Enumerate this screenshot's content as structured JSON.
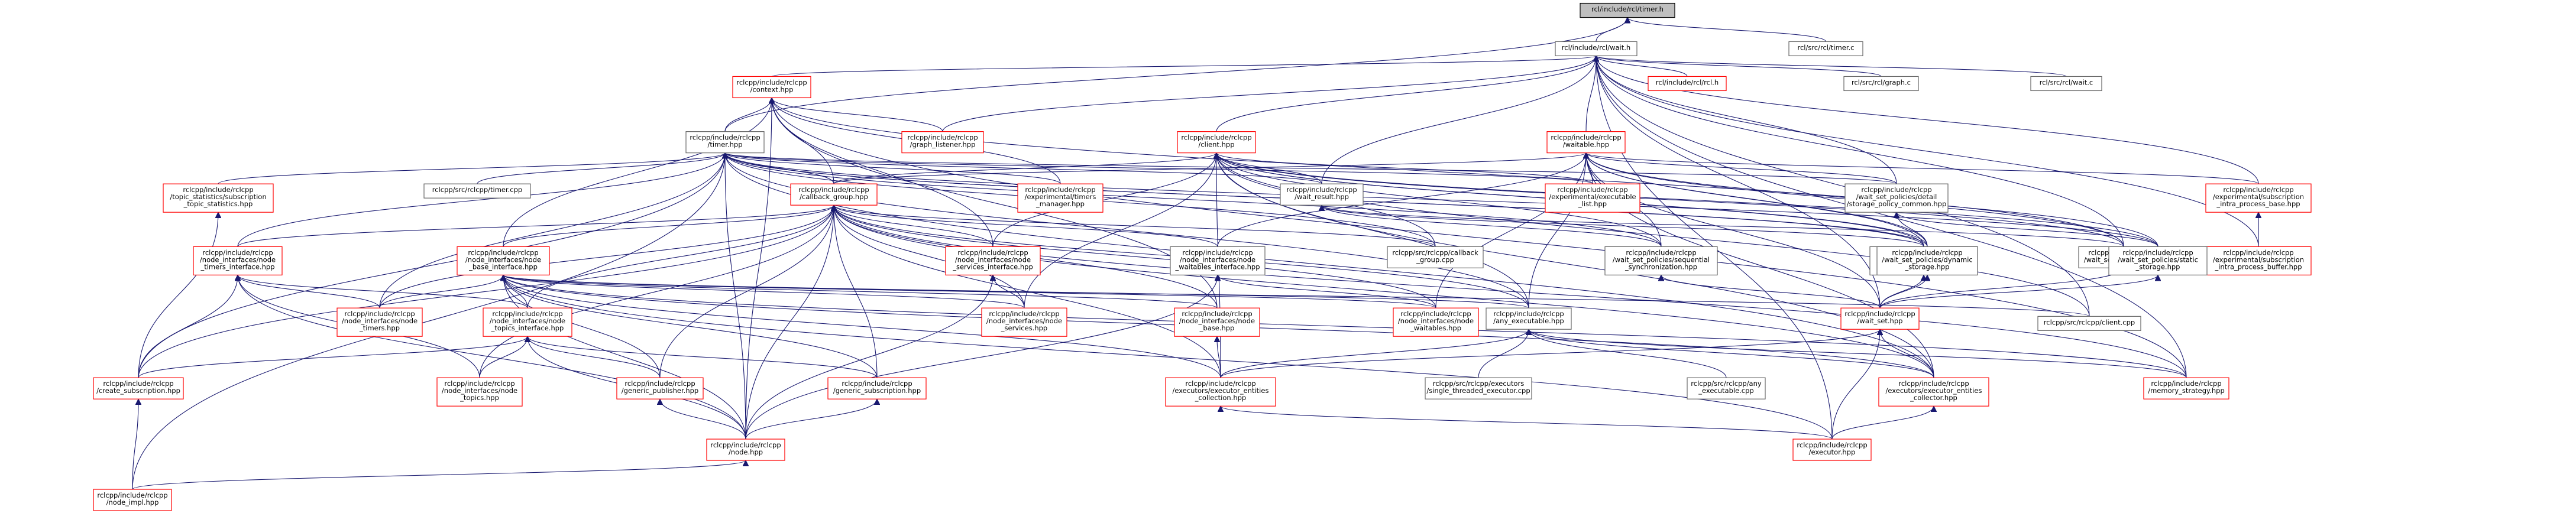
{
  "nodes": [
    {
      "id": "timer_h",
      "lines": [
        "rcl/include/rcl/timer.h"
      ],
      "style": "root"
    },
    {
      "id": "wait_h",
      "lines": [
        "rcl/include/rcl/wait.h"
      ],
      "style": "black"
    },
    {
      "id": "timer_c",
      "lines": [
        "rcl/src/rcl/timer.c"
      ],
      "style": "black"
    },
    {
      "id": "context_hpp",
      "lines": [
        "rclcpp/include/rclcpp",
        "/context.hpp"
      ],
      "style": "red"
    },
    {
      "id": "rcl_h",
      "lines": [
        "rcl/include/rcl/rcl.h"
      ],
      "style": "red"
    },
    {
      "id": "graph_c",
      "lines": [
        "rcl/src/rcl/graph.c"
      ],
      "style": "black"
    },
    {
      "id": "wait_c",
      "lines": [
        "rcl/src/rcl/wait.c"
      ],
      "style": "black"
    },
    {
      "id": "timer_hpp",
      "lines": [
        "rclcpp/include/rclcpp",
        "/timer.hpp"
      ],
      "style": "black"
    },
    {
      "id": "graph_listener_hpp",
      "lines": [
        "rclcpp/include/rclcpp",
        "/graph_listener.hpp"
      ],
      "style": "red"
    },
    {
      "id": "client_hpp",
      "lines": [
        "rclcpp/include/rclcpp",
        "/client.hpp"
      ],
      "style": "red"
    },
    {
      "id": "waitable_hpp",
      "lines": [
        "rclcpp/include/rclcpp",
        "/waitable.hpp"
      ],
      "style": "red"
    },
    {
      "id": "topic_stats_hpp",
      "lines": [
        "rclcpp/include/rclcpp",
        "/topic_statistics/subscription",
        "_topic_statistics.hpp"
      ],
      "style": "red"
    },
    {
      "id": "timer_cpp",
      "lines": [
        "rclcpp/src/rclcpp/timer.cpp"
      ],
      "style": "black"
    },
    {
      "id": "callback_group_hpp",
      "lines": [
        "rclcpp/include/rclcpp",
        "/callback_group.hpp"
      ],
      "style": "red"
    },
    {
      "id": "timers_manager_hpp",
      "lines": [
        "rclcpp/include/rclcpp",
        "/experimental/timers",
        "_manager.hpp"
      ],
      "style": "red"
    },
    {
      "id": "wait_result_hpp",
      "lines": [
        "rclcpp/include/rclcpp",
        "/wait_result.hpp"
      ],
      "style": "black"
    },
    {
      "id": "exec_list_hpp",
      "lines": [
        "rclcpp/include/rclcpp",
        "/experimental/executable",
        "_list.hpp"
      ],
      "style": "red"
    },
    {
      "id": "storage_common_hpp",
      "lines": [
        "rclcpp/include/rclcpp",
        "/wait_set_policies/detail",
        "/storage_policy_common.hpp"
      ],
      "style": "black"
    },
    {
      "id": "intra_base_hpp",
      "lines": [
        "rclcpp/include/rclcpp",
        "/experimental/subscription",
        "_intra_process_base.hpp"
      ],
      "style": "red"
    },
    {
      "id": "intra_buffer_hpp",
      "lines": [
        "rclcpp/include/rclcpp",
        "/experimental/subscription",
        "_intra_process_buffer.hpp"
      ],
      "style": "red"
    },
    {
      "id": "ni_timers_iface_hpp",
      "lines": [
        "rclcpp/include/rclcpp",
        "/node_interfaces/node",
        "_timers_interface.hpp"
      ],
      "style": "red"
    },
    {
      "id": "ni_base_iface_hpp",
      "lines": [
        "rclcpp/include/rclcpp",
        "/node_interfaces/node",
        "_base_interface.hpp"
      ],
      "style": "red"
    },
    {
      "id": "ni_services_iface_hpp",
      "lines": [
        "rclcpp/include/rclcpp",
        "/node_interfaces/node",
        "_services_interface.hpp"
      ],
      "style": "red"
    },
    {
      "id": "ni_waitables_iface_hpp",
      "lines": [
        "rclcpp/include/rclcpp",
        "/node_interfaces/node",
        "_waitables_interface.hpp"
      ],
      "style": "black"
    },
    {
      "id": "callback_group_cpp",
      "lines": [
        "rclcpp/src/rclcpp/callback",
        "_group.cpp"
      ],
      "style": "black"
    },
    {
      "id": "seq_sync_hpp",
      "lines": [
        "rclcpp/include/rclcpp",
        "/wait_set_policies/sequential",
        "_synchronization.hpp"
      ],
      "style": "black"
    },
    {
      "id": "thread_safe_hpp",
      "lines": [
        "rclcpp/include/rclcpp",
        "/wait_set_policies/thread",
        "_safe_synchronization.hpp"
      ],
      "style": "black"
    },
    {
      "id": "wait_set_template_hpp",
      "lines": [
        "rclcpp/include/rclcpp",
        "/wait_set_template.hpp"
      ],
      "style": "black"
    },
    {
      "id": "dynamic_storage_hpp",
      "lines": [
        "rclcpp/include/rclcpp",
        "/wait_set_policies/dynamic",
        "_storage.hpp"
      ],
      "style": "black"
    },
    {
      "id": "static_storage_hpp",
      "lines": [
        "rclcpp/include/rclcpp",
        "/wait_set_policies/static",
        "_storage.hpp"
      ],
      "style": "black"
    },
    {
      "id": "ni_timers_hpp",
      "lines": [
        "rclcpp/include/rclcpp",
        "/node_interfaces/node",
        "_timers.hpp"
      ],
      "style": "red"
    },
    {
      "id": "ni_topics_iface_hpp",
      "lines": [
        "rclcpp/include/rclcpp",
        "/node_interfaces/node",
        "_topics_interface.hpp"
      ],
      "style": "red"
    },
    {
      "id": "ni_services_hpp",
      "lines": [
        "rclcpp/include/rclcpp",
        "/node_interfaces/node",
        "_services.hpp"
      ],
      "style": "red"
    },
    {
      "id": "ni_base_hpp",
      "lines": [
        "rclcpp/include/rclcpp",
        "/node_interfaces/node",
        "_base.hpp"
      ],
      "style": "red"
    },
    {
      "id": "ni_waitables_hpp",
      "lines": [
        "rclcpp/include/rclcpp",
        "/node_interfaces/node",
        "_waitables.hpp"
      ],
      "style": "red"
    },
    {
      "id": "any_exec_hpp",
      "lines": [
        "rclcpp/include/rclcpp",
        "/any_executable.hpp"
      ],
      "style": "black"
    },
    {
      "id": "wait_set_hpp",
      "lines": [
        "rclcpp/include/rclcpp",
        "/wait_set.hpp"
      ],
      "style": "red"
    },
    {
      "id": "client_cpp",
      "lines": [
        "rclcpp/src/rclcpp/client.cpp"
      ],
      "style": "black"
    },
    {
      "id": "create_sub_hpp",
      "lines": [
        "rclcpp/include/rclcpp",
        "/create_subscription.hpp"
      ],
      "style": "red"
    },
    {
      "id": "ni_topics_hpp",
      "lines": [
        "rclcpp/include/rclcpp",
        "/node_interfaces/node",
        "_topics.hpp"
      ],
      "style": "red"
    },
    {
      "id": "generic_pub_hpp",
      "lines": [
        "rclcpp/include/rclcpp",
        "/generic_publisher.hpp"
      ],
      "style": "red"
    },
    {
      "id": "generic_sub_hpp",
      "lines": [
        "rclcpp/include/rclcpp",
        "/generic_subscription.hpp"
      ],
      "style": "red"
    },
    {
      "id": "exec_coll_hpp",
      "lines": [
        "rclcpp/include/rclcpp",
        "/executors/executor_entities",
        "_collection.hpp"
      ],
      "style": "red"
    },
    {
      "id": "single_threaded_cpp",
      "lines": [
        "rclcpp/src/rclcpp/executors",
        "/single_threaded_executor.cpp"
      ],
      "style": "black"
    },
    {
      "id": "any_exec_cpp",
      "lines": [
        "rclcpp/src/rclcpp/any",
        "_executable.cpp"
      ],
      "style": "black"
    },
    {
      "id": "exec_collector_hpp",
      "lines": [
        "rclcpp/include/rclcpp",
        "/executors/executor_entities",
        "_collector.hpp"
      ],
      "style": "red"
    },
    {
      "id": "memory_strategy_hpp",
      "lines": [
        "rclcpp/include/rclcpp",
        "/memory_strategy.hpp"
      ],
      "style": "red"
    },
    {
      "id": "node_hpp",
      "lines": [
        "rclcpp/include/rclcpp",
        "/node.hpp"
      ],
      "style": "red"
    },
    {
      "id": "executor_hpp",
      "lines": [
        "rclcpp/include/rclcpp",
        "/executor.hpp"
      ],
      "style": "red"
    },
    {
      "id": "node_impl_hpp",
      "lines": [
        "rclcpp/include/rclcpp",
        "/node_impl.hpp"
      ],
      "style": "red"
    }
  ],
  "edges": [
    [
      "wait_h",
      "timer_h"
    ],
    [
      "timer_c",
      "timer_h"
    ],
    [
      "timer_hpp",
      "timer_h"
    ],
    [
      "context_hpp",
      "wait_h"
    ],
    [
      "rcl_h",
      "wait_h"
    ],
    [
      "graph_c",
      "wait_h"
    ],
    [
      "wait_c",
      "wait_h"
    ],
    [
      "graph_listener_hpp",
      "wait_h"
    ],
    [
      "client_hpp",
      "wait_h"
    ],
    [
      "waitable_hpp",
      "wait_h"
    ],
    [
      "storage_common_hpp",
      "wait_h"
    ],
    [
      "intra_base_hpp",
      "wait_h"
    ],
    [
      "intra_buffer_hpp",
      "wait_h"
    ],
    [
      "memory_strategy_hpp",
      "wait_h"
    ],
    [
      "executor_hpp",
      "wait_h"
    ],
    [
      "wait_set_template_hpp",
      "wait_h"
    ],
    [
      "client_cpp",
      "wait_h"
    ],
    [
      "wait_set_hpp",
      "wait_h"
    ],
    [
      "wait_result_hpp",
      "wait_h"
    ],
    [
      "timer_hpp",
      "context_hpp"
    ],
    [
      "graph_listener_hpp",
      "context_hpp"
    ],
    [
      "callback_group_hpp",
      "context_hpp"
    ],
    [
      "timers_manager_hpp",
      "context_hpp"
    ],
    [
      "ni_base_iface_hpp",
      "context_hpp"
    ],
    [
      "node_hpp",
      "context_hpp"
    ],
    [
      "wait_set_template_hpp",
      "context_hpp"
    ],
    [
      "memory_strategy_hpp",
      "context_hpp"
    ],
    [
      "ni_base_hpp",
      "context_hpp"
    ],
    [
      "ni_services_iface_hpp",
      "context_hpp"
    ],
    [
      "topic_stats_hpp",
      "timer_hpp"
    ],
    [
      "timer_cpp",
      "timer_hpp"
    ],
    [
      "callback_group_hpp",
      "timer_hpp"
    ],
    [
      "timers_manager_hpp",
      "timer_hpp"
    ],
    [
      "wait_result_hpp",
      "timer_hpp"
    ],
    [
      "exec_list_hpp",
      "timer_hpp"
    ],
    [
      "storage_common_hpp",
      "timer_hpp"
    ],
    [
      "ni_timers_iface_hpp",
      "timer_hpp"
    ],
    [
      "callback_group_cpp",
      "timer_hpp"
    ],
    [
      "seq_sync_hpp",
      "timer_hpp"
    ],
    [
      "thread_safe_hpp",
      "timer_hpp"
    ],
    [
      "dynamic_storage_hpp",
      "timer_hpp"
    ],
    [
      "static_storage_hpp",
      "timer_hpp"
    ],
    [
      "create_sub_hpp",
      "timer_hpp"
    ],
    [
      "node_hpp",
      "timer_hpp"
    ],
    [
      "ni_timers_hpp",
      "timer_hpp"
    ],
    [
      "any_exec_hpp",
      "timer_hpp"
    ],
    [
      "node_impl_hpp",
      "timer_hpp"
    ],
    [
      "exec_collector_hpp",
      "timer_hpp"
    ],
    [
      "callback_group_hpp",
      "client_hpp"
    ],
    [
      "wait_result_hpp",
      "client_hpp"
    ],
    [
      "exec_list_hpp",
      "client_hpp"
    ],
    [
      "ni_services_iface_hpp",
      "client_hpp"
    ],
    [
      "callback_group_cpp",
      "client_hpp"
    ],
    [
      "seq_sync_hpp",
      "client_hpp"
    ],
    [
      "thread_safe_hpp",
      "client_hpp"
    ],
    [
      "wait_set_template_hpp",
      "client_hpp"
    ],
    [
      "dynamic_storage_hpp",
      "client_hpp"
    ],
    [
      "static_storage_hpp",
      "client_hpp"
    ],
    [
      "client_cpp",
      "client_hpp"
    ],
    [
      "any_exec_hpp",
      "client_hpp"
    ],
    [
      "ni_services_hpp",
      "client_hpp"
    ],
    [
      "exec_coll_hpp",
      "client_hpp"
    ],
    [
      "exec_collector_hpp",
      "client_hpp"
    ],
    [
      "callback_group_hpp",
      "waitable_hpp"
    ],
    [
      "exec_list_hpp",
      "waitable_hpp"
    ],
    [
      "storage_common_hpp",
      "waitable_hpp"
    ],
    [
      "intra_base_hpp",
      "waitable_hpp"
    ],
    [
      "ni_waitables_iface_hpp",
      "waitable_hpp"
    ],
    [
      "seq_sync_hpp",
      "waitable_hpp"
    ],
    [
      "thread_safe_hpp",
      "waitable_hpp"
    ],
    [
      "wait_set_template_hpp",
      "waitable_hpp"
    ],
    [
      "dynamic_storage_hpp",
      "waitable_hpp"
    ],
    [
      "static_storage_hpp",
      "waitable_hpp"
    ],
    [
      "ni_waitables_hpp",
      "waitable_hpp"
    ],
    [
      "any_exec_hpp",
      "waitable_hpp"
    ],
    [
      "wait_set_hpp",
      "waitable_hpp"
    ],
    [
      "exec_collector_hpp",
      "waitable_hpp"
    ],
    [
      "ni_timers_iface_hpp",
      "callback_group_hpp"
    ],
    [
      "ni_base_iface_hpp",
      "callback_group_hpp"
    ],
    [
      "ni_services_iface_hpp",
      "callback_group_hpp"
    ],
    [
      "ni_waitables_iface_hpp",
      "callback_group_hpp"
    ],
    [
      "callback_group_cpp",
      "callback_group_hpp"
    ],
    [
      "ni_timers_hpp",
      "callback_group_hpp"
    ],
    [
      "ni_topics_iface_hpp",
      "callback_group_hpp"
    ],
    [
      "ni_services_hpp",
      "callback_group_hpp"
    ],
    [
      "ni_base_hpp",
      "callback_group_hpp"
    ],
    [
      "ni_waitables_hpp",
      "callback_group_hpp"
    ],
    [
      "any_exec_hpp",
      "callback_group_hpp"
    ],
    [
      "ni_topics_hpp",
      "callback_group_hpp"
    ],
    [
      "generic_pub_hpp",
      "callback_group_hpp"
    ],
    [
      "generic_sub_hpp",
      "callback_group_hpp"
    ],
    [
      "node_hpp",
      "callback_group_hpp"
    ],
    [
      "exec_coll_hpp",
      "callback_group_hpp"
    ],
    [
      "exec_collector_hpp",
      "callback_group_hpp"
    ],
    [
      "memory_strategy_hpp",
      "callback_group_hpp"
    ],
    [
      "create_sub_hpp",
      "callback_group_hpp"
    ],
    [
      "seq_sync_hpp",
      "wait_result_hpp"
    ],
    [
      "thread_safe_hpp",
      "wait_result_hpp"
    ],
    [
      "wait_set_template_hpp",
      "wait_result_hpp"
    ],
    [
      "dynamic_storage_hpp",
      "storage_common_hpp"
    ],
    [
      "static_storage_hpp",
      "storage_common_hpp"
    ],
    [
      "intra_buffer_hpp",
      "intra_base_hpp"
    ],
    [
      "create_sub_hpp",
      "ni_timers_iface_hpp"
    ],
    [
      "ni_timers_hpp",
      "ni_timers_iface_hpp"
    ],
    [
      "node_hpp",
      "ni_timers_iface_hpp"
    ],
    [
      "ni_topics_iface_hpp",
      "ni_timers_iface_hpp"
    ],
    [
      "ni_topics_hpp",
      "ni_timers_iface_hpp"
    ],
    [
      "ni_timers_hpp",
      "ni_base_iface_hpp"
    ],
    [
      "ni_topics_iface_hpp",
      "ni_base_iface_hpp"
    ],
    [
      "ni_services_hpp",
      "ni_base_iface_hpp"
    ],
    [
      "ni_base_hpp",
      "ni_base_iface_hpp"
    ],
    [
      "ni_waitables_hpp",
      "ni_base_iface_hpp"
    ],
    [
      "any_exec_hpp",
      "ni_base_iface_hpp"
    ],
    [
      "client_cpp",
      "ni_base_iface_hpp"
    ],
    [
      "generic_pub_hpp",
      "ni_base_iface_hpp"
    ],
    [
      "generic_sub_hpp",
      "ni_base_iface_hpp"
    ],
    [
      "node_hpp",
      "ni_base_iface_hpp"
    ],
    [
      "exec_coll_hpp",
      "ni_base_iface_hpp"
    ],
    [
      "exec_collector_hpp",
      "ni_base_iface_hpp"
    ],
    [
      "memory_strategy_hpp",
      "ni_base_iface_hpp"
    ],
    [
      "executor_hpp",
      "ni_base_iface_hpp"
    ],
    [
      "ni_services_hpp",
      "ni_services_iface_hpp"
    ],
    [
      "node_hpp",
      "ni_services_iface_hpp"
    ],
    [
      "ni_waitables_hpp",
      "ni_waitables_iface_hpp"
    ],
    [
      "node_hpp",
      "ni_waitables_iface_hpp"
    ],
    [
      "wait_set_hpp",
      "seq_sync_hpp"
    ],
    [
      "wait_set_hpp",
      "thread_safe_hpp"
    ],
    [
      "wait_set_hpp",
      "wait_set_template_hpp"
    ],
    [
      "wait_set_hpp",
      "dynamic_storage_hpp"
    ],
    [
      "wait_set_hpp",
      "static_storage_hpp"
    ],
    [
      "create_sub_hpp",
      "ni_topics_iface_hpp"
    ],
    [
      "ni_topics_hpp",
      "ni_topics_iface_hpp"
    ],
    [
      "generic_pub_hpp",
      "ni_topics_iface_hpp"
    ],
    [
      "generic_sub_hpp",
      "ni_topics_iface_hpp"
    ],
    [
      "node_hpp",
      "ni_topics_iface_hpp"
    ],
    [
      "exec_coll_hpp",
      "ni_base_hpp"
    ],
    [
      "exec_coll_hpp",
      "any_exec_hpp"
    ],
    [
      "single_threaded_cpp",
      "any_exec_hpp"
    ],
    [
      "any_exec_cpp",
      "any_exec_hpp"
    ],
    [
      "exec_collector_hpp",
      "any_exec_hpp"
    ],
    [
      "memory_strategy_hpp",
      "any_exec_hpp"
    ],
    [
      "exec_coll_hpp",
      "wait_set_hpp"
    ],
    [
      "exec_collector_hpp",
      "wait_set_hpp"
    ],
    [
      "executor_hpp",
      "wait_set_hpp"
    ],
    [
      "node_impl_hpp",
      "create_sub_hpp"
    ],
    [
      "node_hpp",
      "generic_pub_hpp"
    ],
    [
      "node_hpp",
      "generic_sub_hpp"
    ],
    [
      "executor_hpp",
      "exec_collector_hpp"
    ],
    [
      "executor_hpp",
      "exec_coll_hpp"
    ],
    [
      "node_impl_hpp",
      "node_hpp"
    ],
    [
      "create_sub_hpp",
      "topic_stats_hpp"
    ]
  ]
}
